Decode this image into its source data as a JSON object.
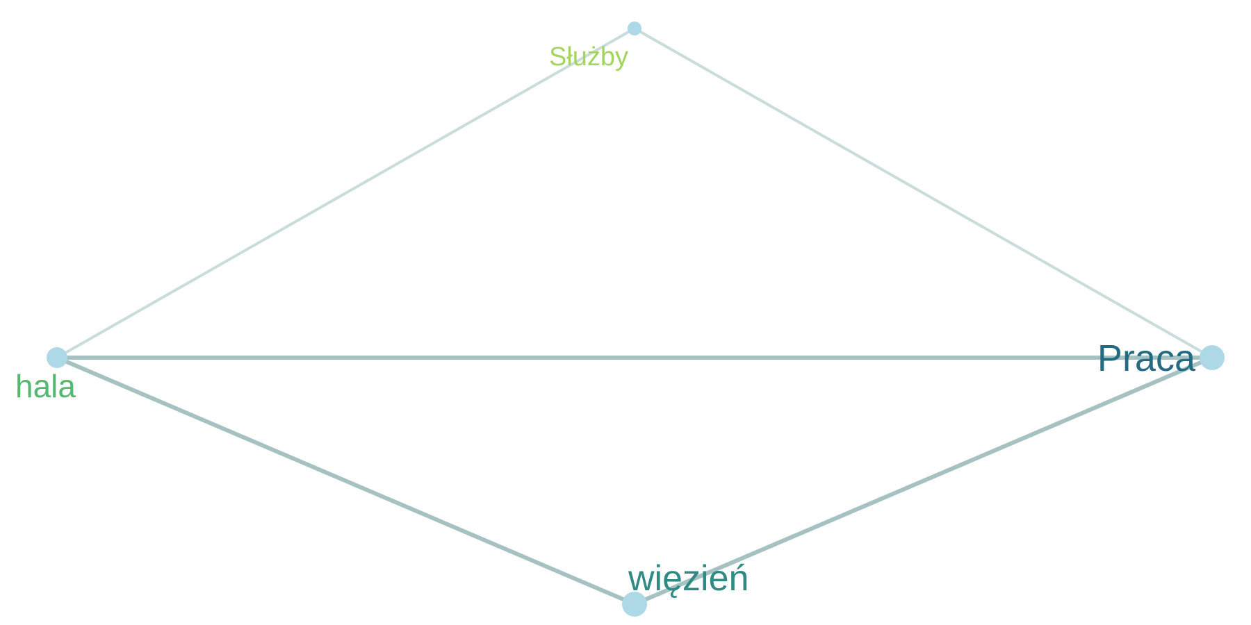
{
  "colors": {
    "node_fill": "#add8e6",
    "edge_light": "#c9dcdc",
    "edge_dark": "#a6c1c1"
  },
  "nodes": [
    {
      "id": "sluzby",
      "label": "Służby",
      "label_color": "#a3d45f"
    },
    {
      "id": "hala",
      "label": "hala",
      "label_color": "#55b870"
    },
    {
      "id": "praca",
      "label": "Praca",
      "label_color": "#236b82"
    },
    {
      "id": "wiezien",
      "label": "więzień",
      "label_color": "#2e8a82"
    }
  ],
  "edges": [
    {
      "source": "hala",
      "target": "sluzby",
      "strength": "weak"
    },
    {
      "source": "sluzby",
      "target": "praca",
      "strength": "weak"
    },
    {
      "source": "hala",
      "target": "praca",
      "strength": "strong"
    },
    {
      "source": "hala",
      "target": "wiezien",
      "strength": "strong"
    },
    {
      "source": "wiezien",
      "target": "praca",
      "strength": "strong"
    }
  ]
}
